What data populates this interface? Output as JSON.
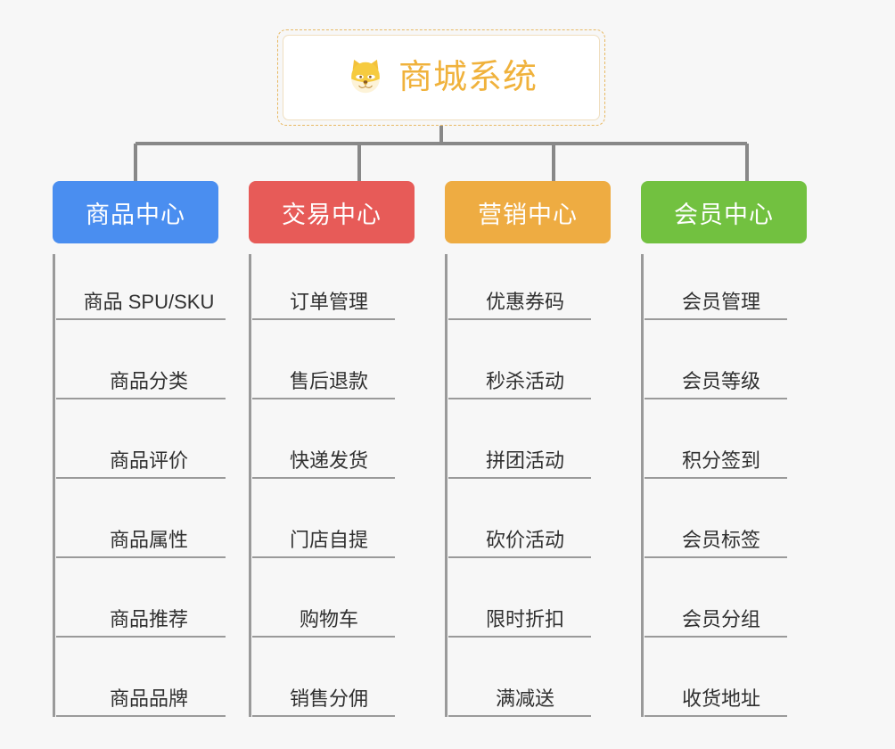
{
  "root": {
    "title": "商城系统",
    "icon": "shiba-dog-emoji",
    "border_color": "#e8b964",
    "title_color": "#f0b23c"
  },
  "connector_color": "#888888",
  "columns": [
    {
      "id": "product-center",
      "header": "商品中心",
      "color": "#4a8ef0",
      "items": [
        "商品 SPU/SKU",
        "商品分类",
        "商品评价",
        "商品属性",
        "商品推荐",
        "商品品牌"
      ]
    },
    {
      "id": "trade-center",
      "header": "交易中心",
      "color": "#e75b58",
      "items": [
        "订单管理",
        "售后退款",
        "快递发货",
        "门店自提",
        "购物车",
        "销售分佣"
      ]
    },
    {
      "id": "marketing-center",
      "header": "营销中心",
      "color": "#eeac42",
      "items": [
        "优惠券码",
        "秒杀活动",
        "拼团活动",
        "砍价活动",
        "限时折扣",
        "满减送"
      ]
    },
    {
      "id": "member-center",
      "header": "会员中心",
      "color": "#72c140",
      "items": [
        "会员管理",
        "会员等级",
        "积分签到",
        "会员标签",
        "会员分组",
        "收货地址"
      ]
    }
  ]
}
